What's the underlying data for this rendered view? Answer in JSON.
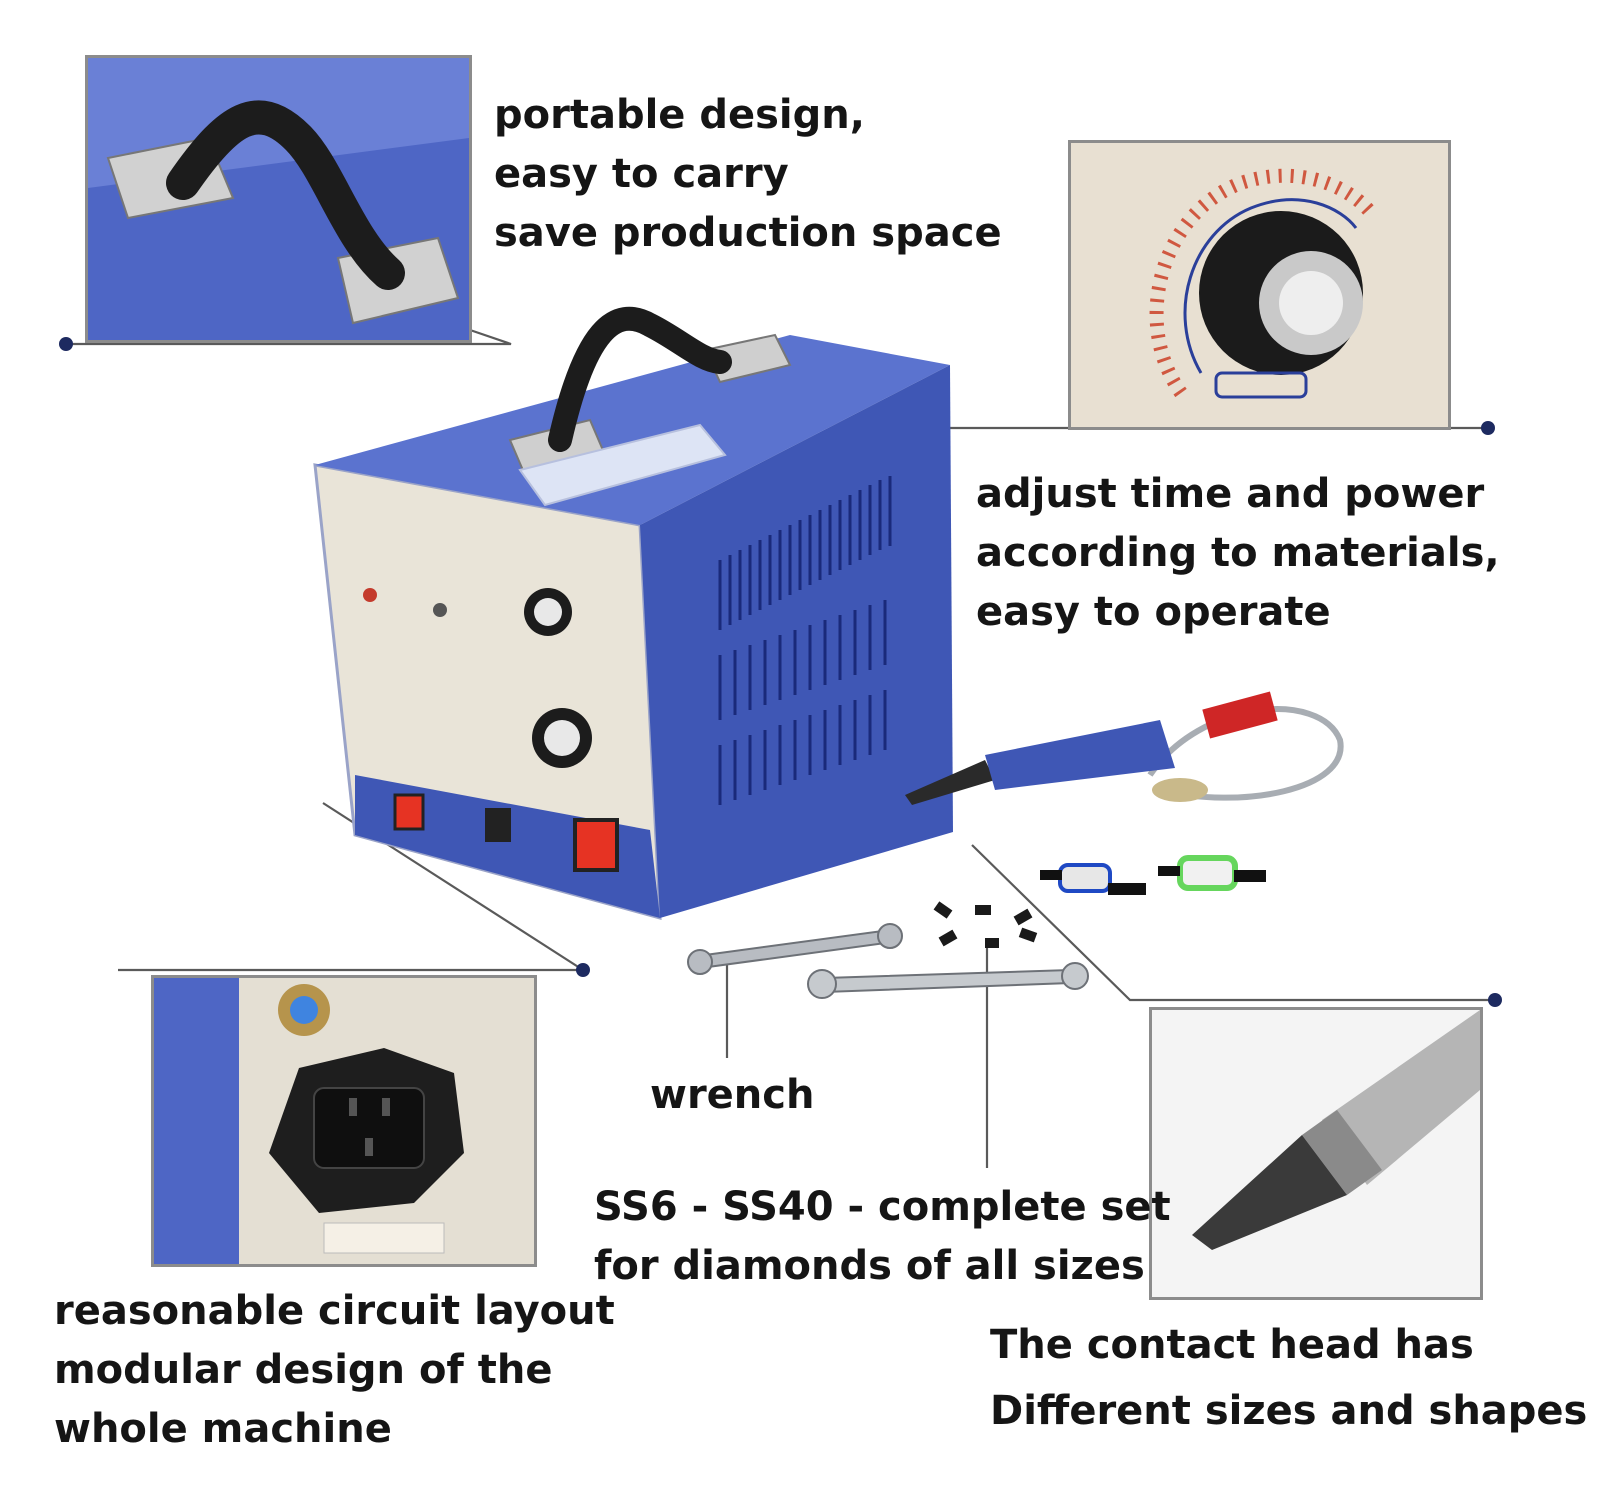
{
  "colors": {
    "machine_blue": "#3f57b5",
    "panel_cream": "#e9e4d8",
    "handle_black": "#1c1c1c",
    "switch_red": "#e63323",
    "dot_navy": "#1d2a60",
    "text": "#151515"
  },
  "icons": [
    "carry-handle-icon",
    "dial-knob-icon",
    "power-socket-icon",
    "welding-pen-icon",
    "wrench-icon",
    "contact-head-tip-icon",
    "leader-dot-icon"
  ],
  "captions": {
    "portable": {
      "lines": [
        "portable design,",
        "easy to carry",
        "save production space"
      ]
    },
    "adjust": {
      "lines": [
        "adjust time and power",
        "according to materials,",
        "easy to operate"
      ]
    },
    "circuit": {
      "lines": [
        "reasonable circuit layout",
        "modular design of the",
        "whole machine"
      ]
    },
    "wrench": {
      "label": "wrench"
    },
    "sizes": {
      "lines": [
        "SS6 - SS40 - complete set",
        "for diamonds of all sizes"
      ]
    },
    "contact": {
      "lines": [
        "The contact head has",
        "Different sizes and shapes"
      ]
    }
  }
}
